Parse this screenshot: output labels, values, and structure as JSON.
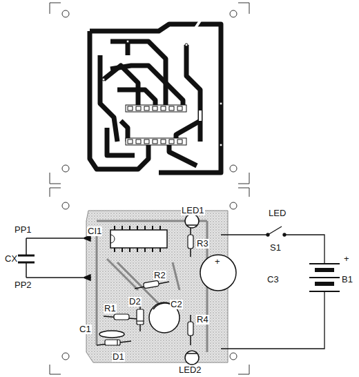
{
  "diagram": {
    "labels": [
      "LED1",
      "LED",
      "S1",
      "+",
      "B1",
      "PP1",
      "CX",
      "PP2",
      "CI1",
      "R3",
      "R2",
      "R1",
      "C2",
      "C1",
      "D2",
      "R4",
      "C3",
      "+",
      "D1",
      "LED2"
    ]
  }
}
